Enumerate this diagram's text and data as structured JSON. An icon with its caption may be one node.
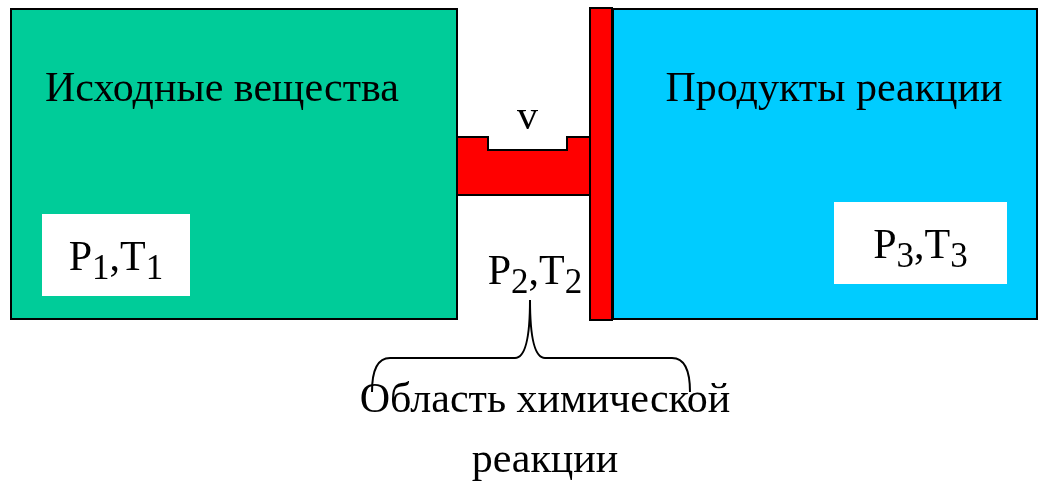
{
  "diagram": {
    "nodes": [
      {
        "text": [
          "Исходные вещества"
        ]
      },
      {
        "text": [
          "P$_{1}$,T$_{1}$"
        ],
        "in": 0
      },
      {
        "text": [
          "Продукты реакции"
        ]
      },
      {
        "text": [
          "P$_{3}$,T$_{3}$"
        ],
        "in": 2
      }
    ],
    "labels": [
      "v",
      "P$_{2}$,T$_{2}$",
      "Область химической реакции"
    ]
  }
}
